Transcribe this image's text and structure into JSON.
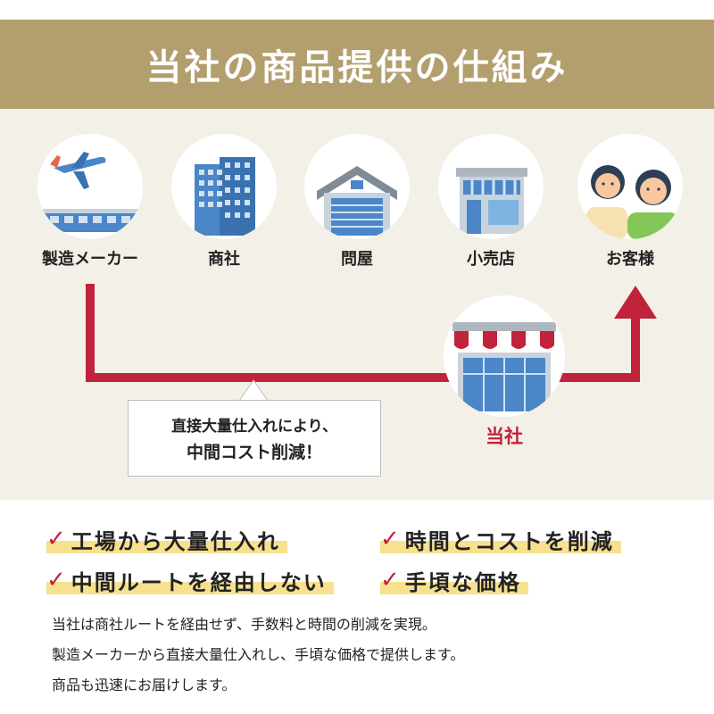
{
  "title": "当社の商品提供の仕組み",
  "nodes": [
    {
      "label": "製造メーカー",
      "icon": "factory-airplane-icon"
    },
    {
      "label": "商社",
      "icon": "office-building-icon"
    },
    {
      "label": "問屋",
      "icon": "warehouse-icon"
    },
    {
      "label": "小売店",
      "icon": "retail-store-icon"
    },
    {
      "label": "お客様",
      "icon": "customers-icon"
    }
  ],
  "own_company": {
    "label": "当社",
    "icon": "shop-awning-icon"
  },
  "callout": {
    "line1": "直接大量仕入れにより、",
    "line2": "中間コスト削減！"
  },
  "benefits": [
    "工場から大量仕入れ",
    "時間とコストを削減",
    "中間ルートを経由しない",
    "手頃な価格"
  ],
  "check_mark": "✓",
  "description": [
    "当社は商社ルートを経由せず、手数料と時間の削減を実現。",
    "製造メーカーから直接大量仕入れし、手頃な価格で提供します。",
    "商品も迅速にお届けします。"
  ],
  "colors": {
    "banner": "#b39e6e",
    "panel": "#f3f0e8",
    "arrow": "#c0233b",
    "highlight": "#f7e08e",
    "building": "#4a86c8"
  }
}
